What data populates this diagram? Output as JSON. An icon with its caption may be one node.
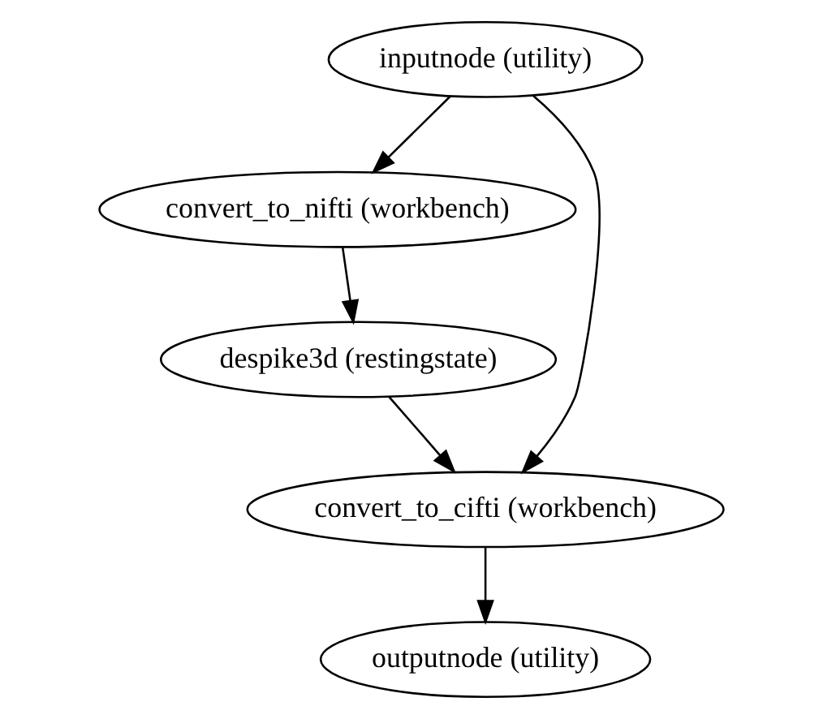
{
  "diagram": {
    "nodes": [
      {
        "text": [
          "inputnode (utility)"
        ]
      },
      {
        "text": [
          "convert_to_nifti (workbench)"
        ]
      },
      {
        "text": [
          "despike3d (restingstate)"
        ]
      },
      {
        "text": [
          "convert_to_cifti (workbench)"
        ]
      },
      {
        "text": [
          "outputnode (utility)"
        ]
      }
    ],
    "edges": [
      {
        "from": 0,
        "to": 1,
        "arrow": "to"
      },
      {
        "from": 0,
        "to": 3,
        "arrow": "to"
      },
      {
        "from": 1,
        "to": 2,
        "arrow": "to"
      },
      {
        "from": 2,
        "to": 3,
        "arrow": "to"
      },
      {
        "from": 3,
        "to": 4,
        "arrow": "to"
      }
    ]
  }
}
